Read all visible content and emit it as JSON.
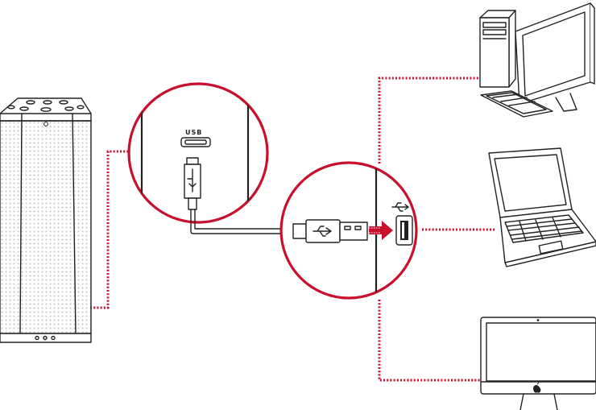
{
  "diagram": {
    "port_label": "USB",
    "accent_color": "#c8102e",
    "devices": [
      {
        "name": "speaker",
        "icon": "speaker-icon"
      },
      {
        "name": "desktop-computer",
        "icon": "desktop-pc-icon"
      },
      {
        "name": "laptop",
        "icon": "laptop-icon"
      },
      {
        "name": "all-in-one",
        "icon": "imac-icon"
      }
    ],
    "usb_symbol": "usb-trident-icon",
    "apple_logo": "apple-logo-icon"
  }
}
